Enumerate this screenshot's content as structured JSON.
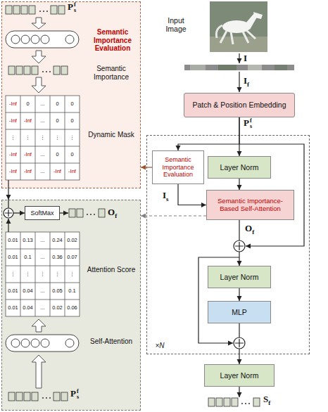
{
  "diagram": {
    "nodes": [
      {
        "text": [
          "Semantic Importance Evaluation",
          "Semantic Importance",
          "Dynamic Mask"
        ]
      },
      {
        "text": [
          "Attention Score",
          "Self-Attention"
        ]
      },
      {
        "text": [
          "SoftMax"
        ],
        "in": 1
      },
      {
        "text": [
          "Patch & Position Embedding"
        ]
      },
      {
        "text": [
          "×N"
        ]
      },
      {
        "text": [
          "Semantic Importance Evaluation"
        ],
        "in": 4
      },
      {
        "text": [
          "Layer Norm"
        ],
        "in": 4
      },
      {
        "text": [
          "Semantic Importance-Based Self-Attention"
        ],
        "in": 4
      },
      {
        "text": [
          "Layer Norm"
        ],
        "in": 4
      },
      {
        "text": [
          "MLP"
        ],
        "in": 4
      },
      {
        "text": [
          "Layer Norm"
        ]
      }
    ],
    "edges": [
      {
        "from": 3,
        "to": 6,
        "arrow": "to"
      },
      {
        "from": 3,
        "to": 5,
        "arrow": "to"
      },
      {
        "from": 5,
        "to": 7,
        "label": "Is",
        "arrow": "to"
      },
      {
        "from": 6,
        "to": 7,
        "arrow": "to"
      },
      {
        "from": 7,
        "to": 8,
        "arrow": "to"
      },
      {
        "from": 8,
        "to": 9,
        "arrow": "to"
      },
      {
        "from": 9,
        "to": 10,
        "arrow": "to"
      },
      {
        "from": 5,
        "to": 0,
        "arrow": "to"
      },
      {
        "from": 7,
        "to": 1,
        "arrow": "to"
      },
      {
        "from": 0,
        "to": 1,
        "arrow": "to"
      }
    ],
    "labels": [
      "Input Image",
      "I",
      "If",
      "Psf",
      "Of",
      "Sf",
      "Psf",
      "-Inf",
      "0",
      "...",
      "0",
      "0",
      "-Inf",
      "-Inf",
      "...",
      "0",
      "0",
      "⋮",
      "⋮",
      "⋮",
      "⋮",
      "⋮",
      "-Inf",
      "-Inf",
      "...",
      "0",
      "0",
      "-Inf",
      "-Inf",
      "...",
      "-Inf",
      "-Inf",
      "Of",
      "0.01",
      "0.13",
      "...",
      "0.24",
      "0.02",
      "0.01",
      "0.1",
      "...",
      "0.36",
      "0.07",
      "⋮",
      "⋮",
      "⋮",
      "⋮",
      "⋮",
      "0.01",
      "0.04",
      "...",
      "0.05",
      "0.1",
      "0.01",
      "0.04",
      "...",
      "0.02",
      "0.06",
      "Psf"
    ]
  }
}
